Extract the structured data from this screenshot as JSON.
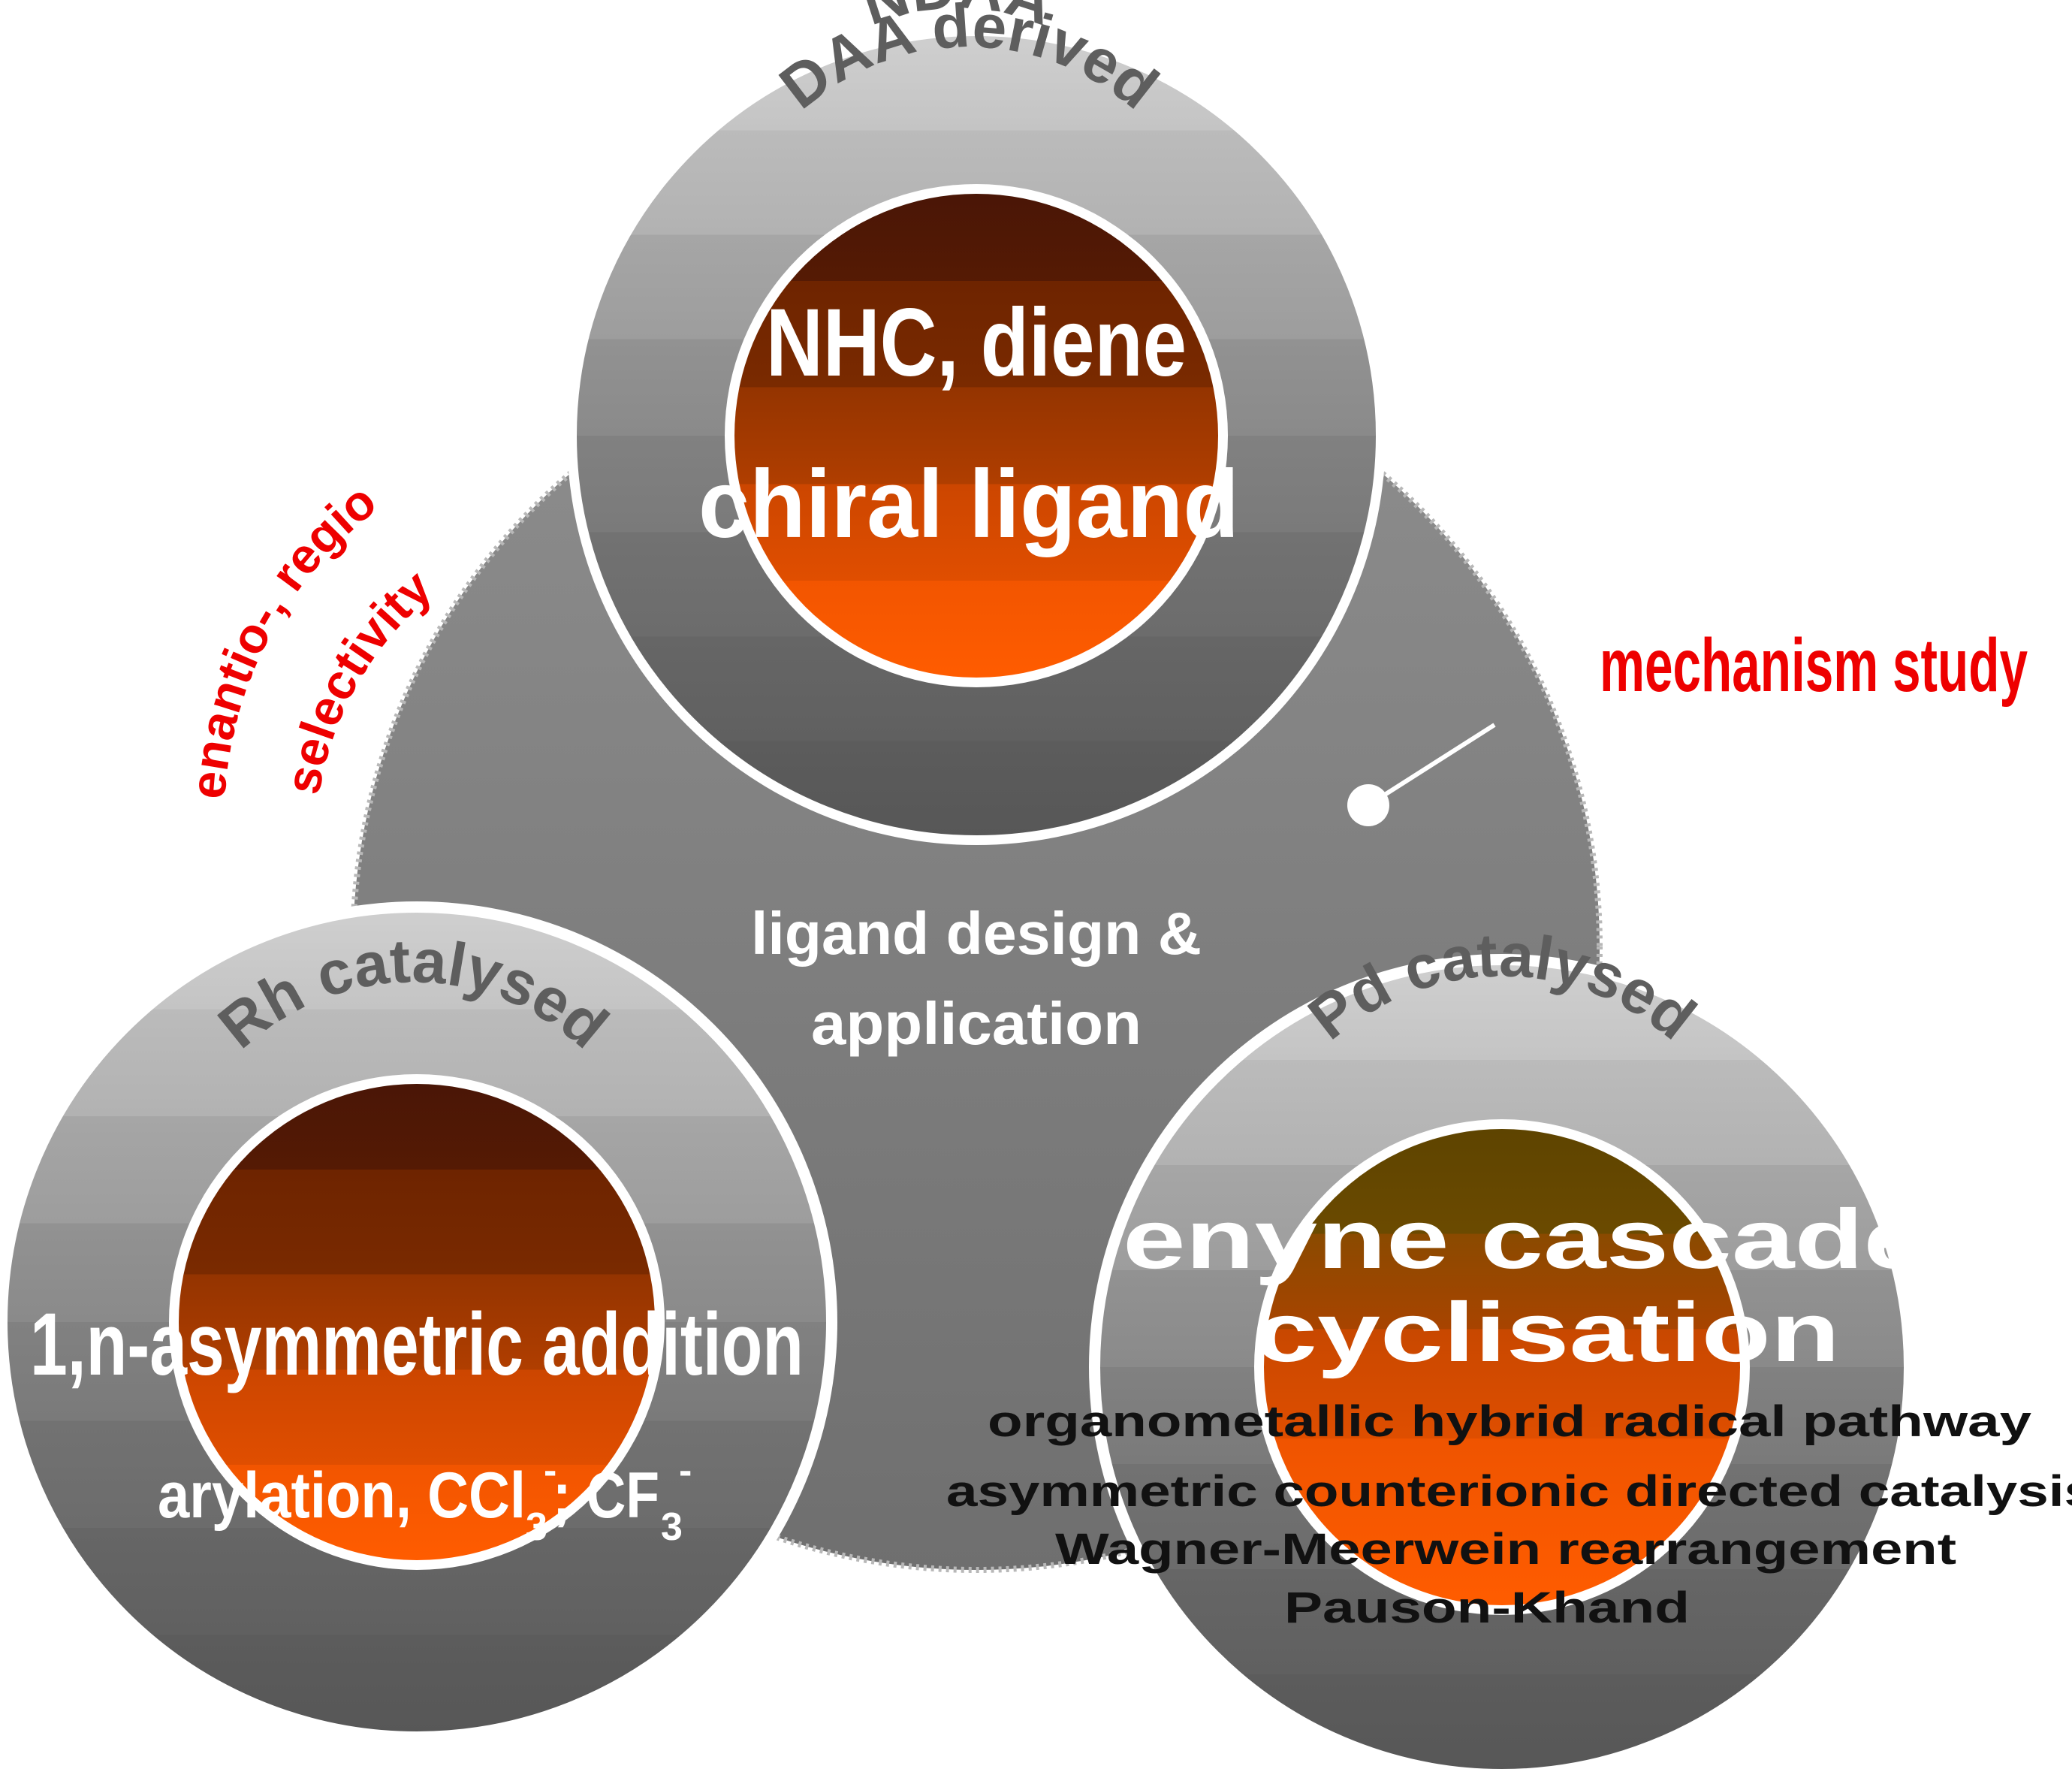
{
  "center": {
    "line1": "ligand design &",
    "line2": "application"
  },
  "top_circle": {
    "ring_line1": "NDAA",
    "ring_line2": "DAA derived",
    "core_line1": "NHC, diene",
    "core_line2": "chiral  ligand"
  },
  "left_circle": {
    "ring_label": "Rh catalysed",
    "core_line1": "1,n-asymmetric addition",
    "core_line2_prefix": "arylation,  CCl",
    "core_line2_sub1": "3",
    "core_line2_sup1": "-",
    "core_line2_mid": "; CF",
    "core_line2_sub2": "3",
    "core_line2_sup2": "-"
  },
  "right_circle": {
    "ring_label": "Pd catalysed",
    "core_line1": "enyne cascade",
    "core_line2": "cyclisation",
    "details": [
      "organometallic hybrid radical pathway",
      "asymmetric counterionic directed catalysis",
      "Wagner-Meerwein rearrangement",
      "Pauson-Khand"
    ]
  },
  "annotations": {
    "selectivity_line1": "enantio-, regio",
    "selectivity_line2": "selectivity",
    "mechanism": "mechanism study"
  },
  "colors": {
    "accent_red": "#ee0000",
    "ring_light": "#c4c4c4",
    "ring_dark": "#5a5a5a",
    "core_top": "#4a1a06",
    "core_bottom": "#ff5a00",
    "detail_text": "#111111"
  }
}
